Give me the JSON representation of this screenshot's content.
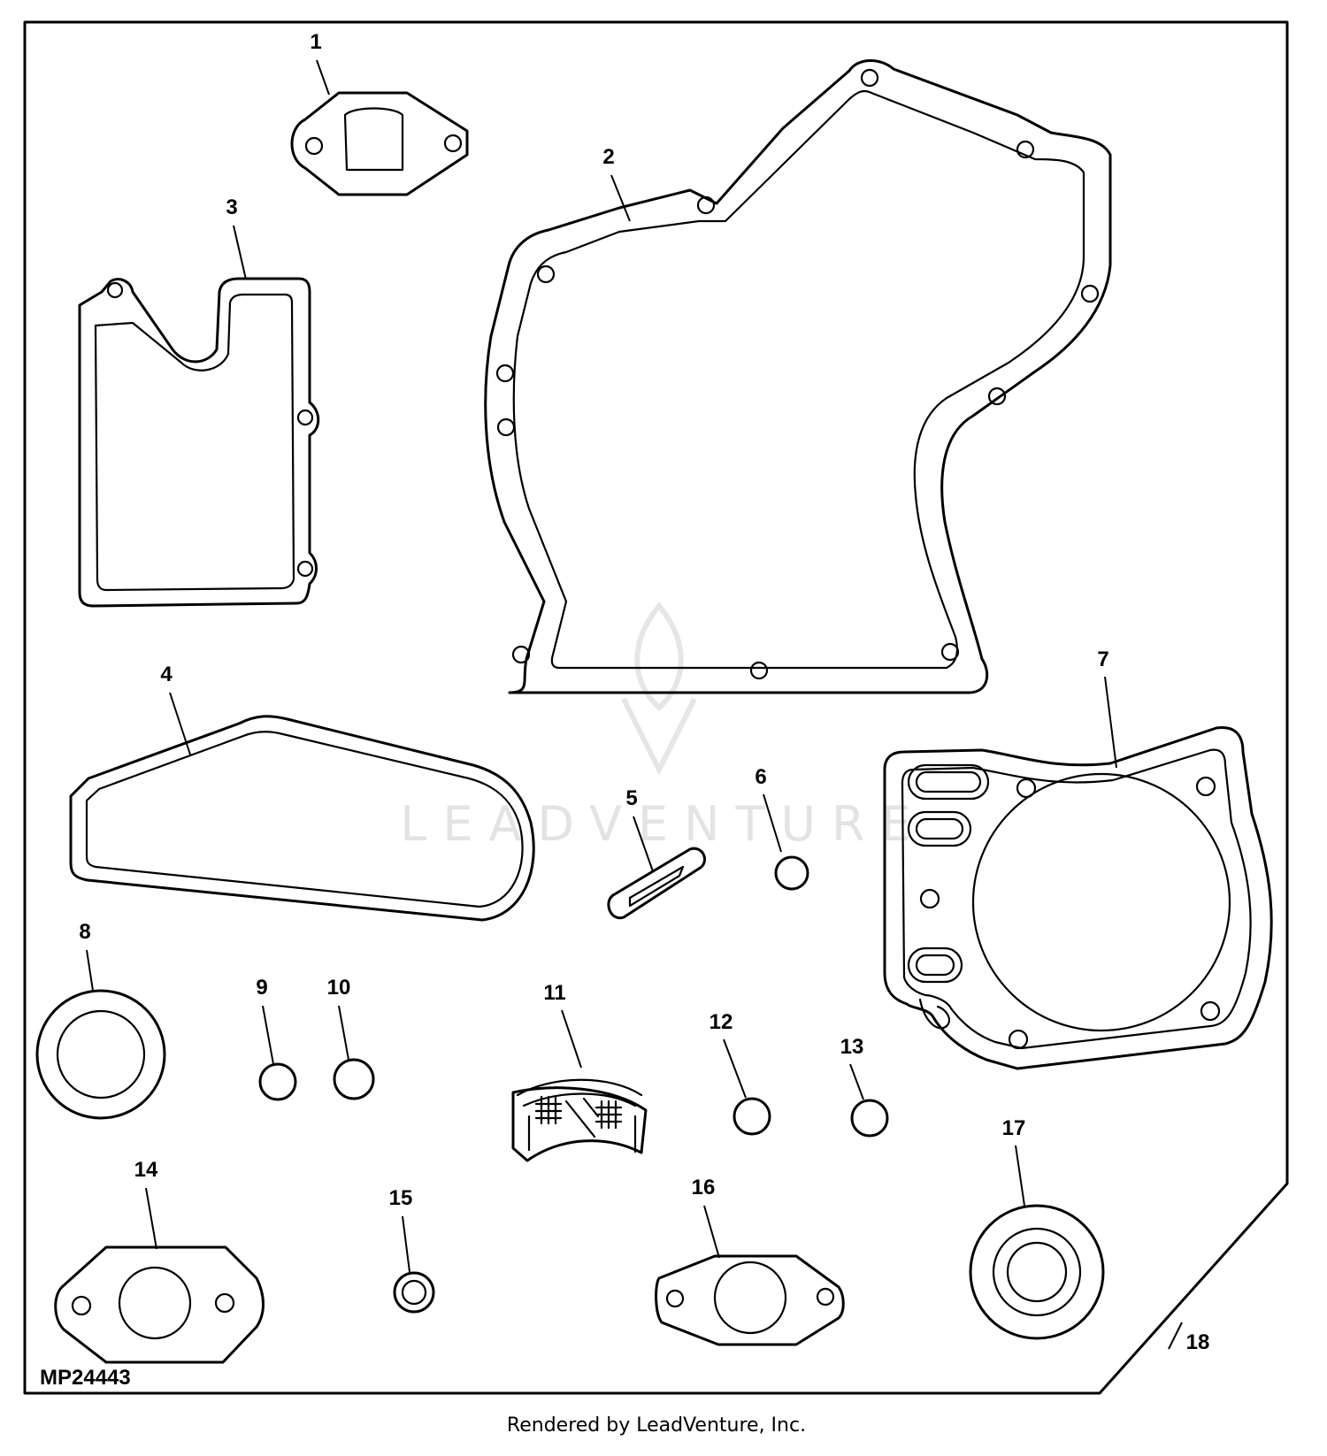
{
  "diagram_code": "MP24443",
  "footer_text": "Rendered by LeadVenture, Inc.",
  "watermark_text": "LEADVENTURE",
  "callouts": [
    "1",
    "2",
    "3",
    "4",
    "5",
    "6",
    "7",
    "8",
    "9",
    "10",
    "11",
    "12",
    "13",
    "14",
    "15",
    "16",
    "17",
    "18"
  ]
}
